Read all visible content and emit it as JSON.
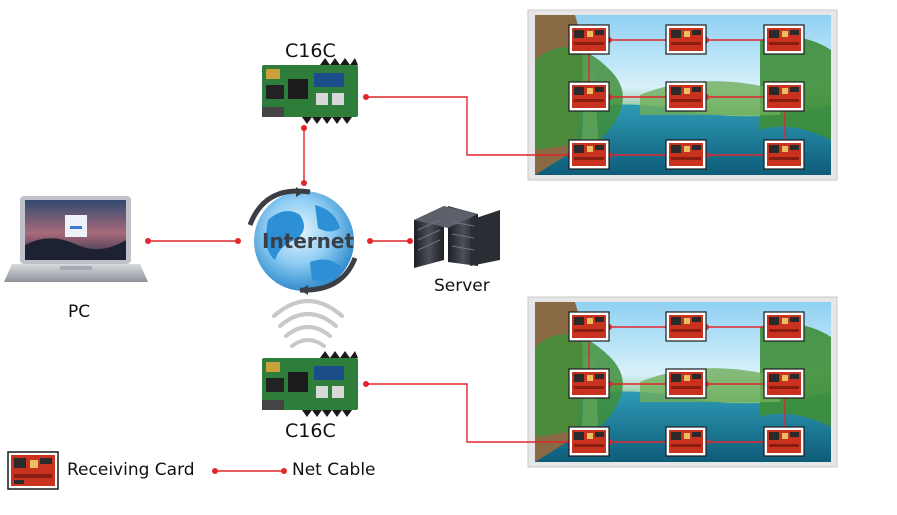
{
  "controller_top": {
    "label": "C16C"
  },
  "controller_bottom": {
    "label": "C16C"
  },
  "cloud": {
    "label": "Internet"
  },
  "pc": {
    "label": "PC"
  },
  "server": {
    "label": "Server"
  },
  "legend": {
    "receiving_card_label": "Receiving Card",
    "net_cable_label": "Net Cable"
  },
  "colors": {
    "cable": "#e0262b",
    "card_red": "#c8321e",
    "board_green": "#2f7d3a",
    "cloud_blue": "#2d8fd6",
    "server_dark": "#2a2d33"
  },
  "display_panels": [
    {
      "name": "top-display-panel",
      "grid": [
        3,
        3
      ]
    },
    {
      "name": "bottom-display-panel",
      "grid": [
        3,
        3
      ]
    }
  ]
}
